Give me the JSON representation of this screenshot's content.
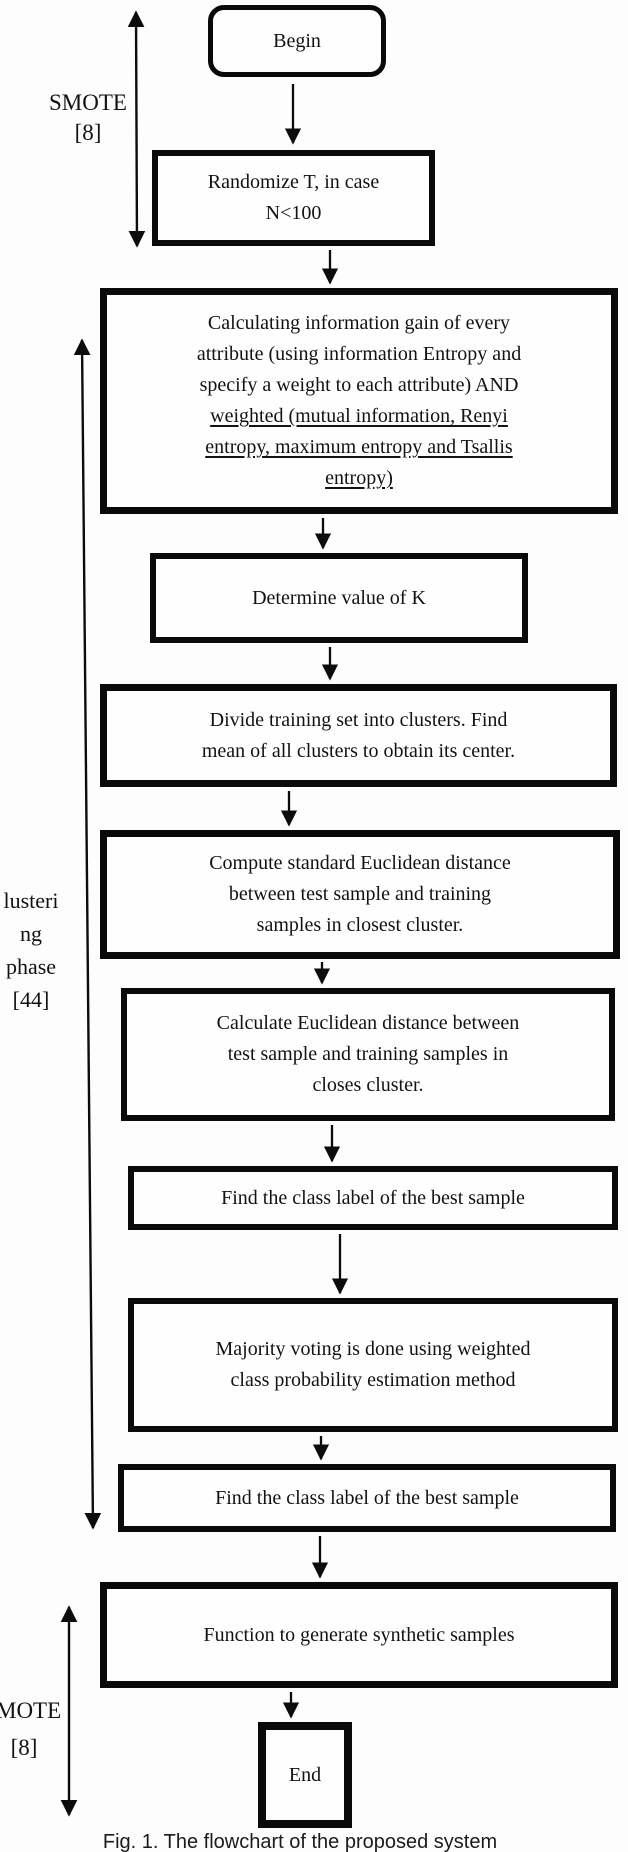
{
  "colors": {
    "ink": "#0c0c0c",
    "paper": "#fdfdfd"
  },
  "caption": "Fig. 1. The flowchart of the proposed system",
  "side_labels": {
    "smote_top": {
      "lines": [
        "SMOTE",
        "[8]"
      ]
    },
    "clustering": {
      "lines": [
        "lusteri",
        "ng",
        "phase",
        "[44]"
      ]
    },
    "smote_bottom": {
      "lines": [
        "MOTE",
        "[8]"
      ]
    }
  },
  "nodes": {
    "begin": {
      "lines": [
        "Begin"
      ]
    },
    "randomize": {
      "lines": [
        "Randomize T, in case",
        "N<100"
      ]
    },
    "infogain": {
      "lines": [
        "Calculating information gain of every",
        "attribute (using information Entropy and",
        "specify a weight to each attribute) AND",
        "weighted (mutual information, Renyi",
        "entropy, maximum entropy and Tsallis",
        "entropy)"
      ]
    },
    "determine": {
      "lines": [
        "Determine value of K"
      ]
    },
    "divide": {
      "lines": [
        "Divide training set into clusters. Find",
        "mean of all clusters to obtain its center."
      ]
    },
    "compute": {
      "lines": [
        "Compute standard Euclidean distance",
        "between test sample and training",
        "samples in closest cluster."
      ]
    },
    "calculate": {
      "lines": [
        "Calculate Euclidean distance between",
        "test sample and training samples in",
        "closes cluster."
      ]
    },
    "find1": {
      "lines": [
        "Find the class label of the best sample"
      ]
    },
    "majority": {
      "lines": [
        "Majority voting is done using weighted",
        "class probability estimation method"
      ]
    },
    "find2": {
      "lines": [
        "Find the class label of the best sample"
      ]
    },
    "function": {
      "lines": [
        "Function to generate synthetic samples"
      ]
    },
    "end": {
      "lines": [
        "End"
      ]
    }
  }
}
